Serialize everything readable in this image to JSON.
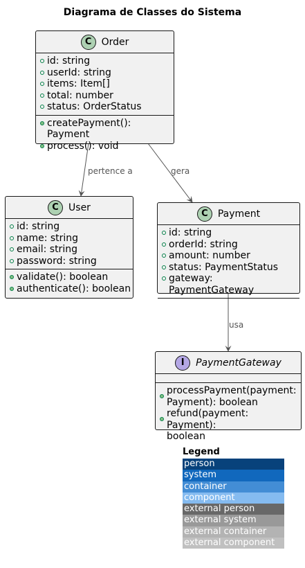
{
  "title": "Diagrama de Classes do Sistema",
  "classes": {
    "order": {
      "name": "Order",
      "badge": "C",
      "fields": [
        "id: string",
        "userId: string",
        "items: Item[]",
        "total: number",
        "status: OrderStatus"
      ],
      "methods": [
        "createPayment(): Payment",
        "process(): void"
      ]
    },
    "user": {
      "name": "User",
      "badge": "C",
      "fields": [
        "id: string",
        "name: string",
        "email: string",
        "password: string"
      ],
      "methods": [
        "validate(): boolean",
        "authenticate(): boolean"
      ]
    },
    "payment": {
      "name": "Payment",
      "badge": "C",
      "fields": [
        "id: string",
        "orderId: string",
        "amount: number",
        "status: PaymentStatus",
        "gateway: PaymentGateway"
      ],
      "methods": []
    },
    "gateway": {
      "name": "PaymentGateway",
      "badge": "I",
      "fields": [],
      "methods": [
        "processPayment(payment:\nPayment): boolean",
        "refund(payment: Payment):\nboolean"
      ]
    }
  },
  "relations": {
    "order_user": "pertence a",
    "order_payment": "gera",
    "payment_gateway": "usa"
  },
  "legend": {
    "title": "Legend",
    "items": [
      {
        "label": "person",
        "color": "#08427b"
      },
      {
        "label": "system",
        "color": "#1168bd"
      },
      {
        "label": "container",
        "color": "#438dd5"
      },
      {
        "label": "component",
        "color": "#85bbf0"
      },
      {
        "label": "external person",
        "color": "#686868"
      },
      {
        "label": "external system",
        "color": "#999999"
      },
      {
        "label": "external container",
        "color": "#b3b3b3"
      },
      {
        "label": "external component",
        "color": "#c0c0c0"
      }
    ]
  }
}
